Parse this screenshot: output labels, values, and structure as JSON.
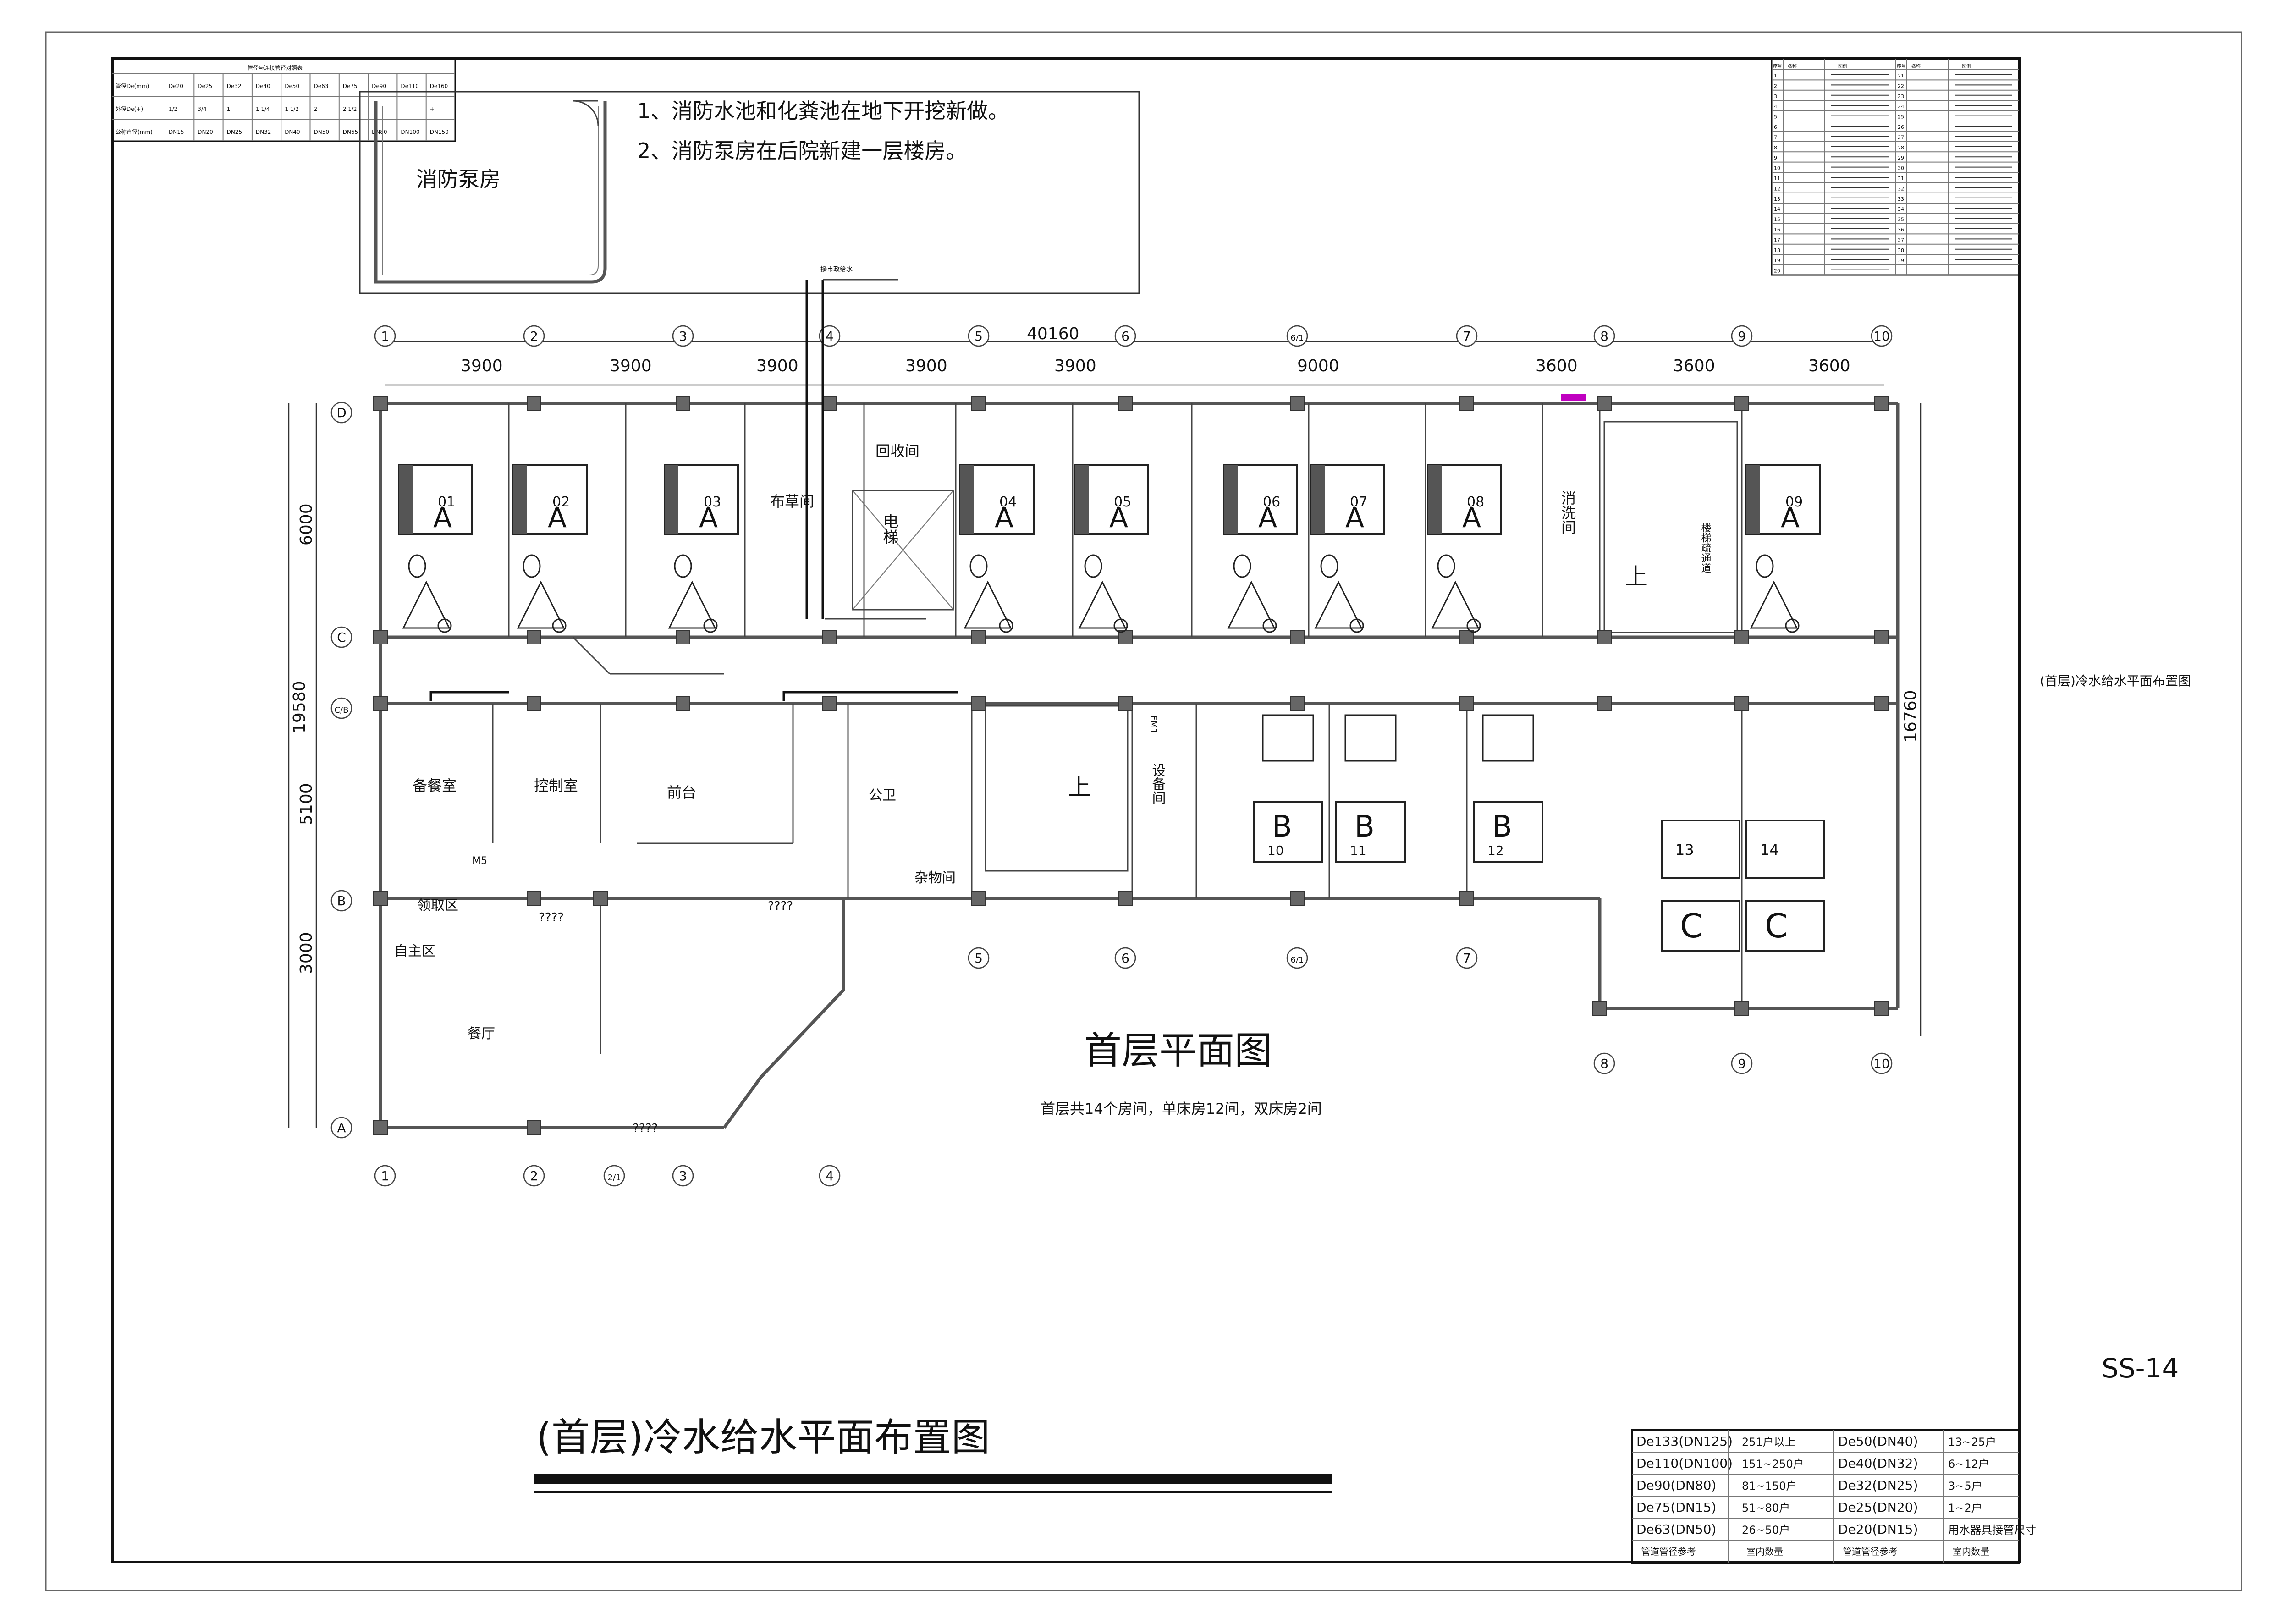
{
  "drawing": {
    "sheet_number": "SS-14",
    "side_title": "(首层)冷水给水平面布置图",
    "main_caption": "(首层)冷水给水平面布置图",
    "plan_title": "首层平面图",
    "plan_subtitle": "首层共14个房间，单床房12间，双床房2间"
  },
  "notes": [
    "1、消防水池和化粪池在地下开挖新做。",
    "2、消防泵房在后院新建一层楼房。"
  ],
  "pump_room_label": "消防泵房",
  "dimensions": {
    "total_width": "40160",
    "top_spans": [
      "3900",
      "3900",
      "3900",
      "3900",
      "3900",
      "9000",
      "3600",
      "3600",
      "3600"
    ],
    "left_total": "19580",
    "left_spans": [
      "6000",
      "5100",
      "3000"
    ],
    "right_total": "16760"
  },
  "axes": {
    "top": [
      "1",
      "2",
      "3",
      "4",
      "5",
      "6",
      "6/1",
      "7",
      "8",
      "9",
      "10"
    ],
    "bottom_left": [
      "1",
      "2",
      "2/1",
      "3",
      "4"
    ],
    "bottom_mid": [
      "5",
      "6",
      "6/1",
      "7"
    ],
    "bottom_right": [
      "8",
      "9",
      "10"
    ],
    "left": [
      "D",
      "C",
      "C/B",
      "B",
      "A"
    ]
  },
  "rooms": {
    "guest_rooms": [
      "01",
      "02",
      "03",
      "04",
      "05",
      "06",
      "07",
      "08",
      "09",
      "10",
      "11",
      "12",
      "13",
      "14"
    ],
    "type_a": "A",
    "type_b": "B",
    "type_c": "C",
    "linen": "布草间",
    "recycle": "回收间",
    "elevator": "电梯",
    "washroom": "消洗间",
    "stair_up": "上",
    "escape": "楼梯疏通道",
    "prep_room": "备餐室",
    "control_room": "控制室",
    "reception": "前台",
    "public_wc": "公卫",
    "storage": "杂物间",
    "equipment": "设备间",
    "pickup": "领取区",
    "self_service": "自主区",
    "dining": "餐厅",
    "door_m5": "M5",
    "door_fm": "FM1",
    "unknown": "????"
  },
  "pipe_table": {
    "title": "管径与连接管径对照表",
    "rows": [
      {
        "label": "管径De(mm)",
        "values": [
          "De20",
          "De25",
          "De32",
          "De40",
          "De50",
          "De63",
          "De75",
          "De90",
          "De110",
          "De160"
        ]
      },
      {
        "label": "外径De(+)",
        "values": [
          "1/2",
          "3/4",
          "1",
          "1 1/4",
          "1 1/2",
          "2",
          "2 1/2",
          "",
          "",
          "+"
        ]
      },
      {
        "label": "公称直径(mm)",
        "values": [
          "DN15",
          "DN20",
          "DN25",
          "DN32",
          "DN40",
          "DN50",
          "DN65",
          "DN80",
          "DN100",
          "DN150"
        ]
      }
    ]
  },
  "legend": {
    "headers": [
      "序号",
      "名称",
      "图例",
      "序号",
      "名称",
      "图例"
    ],
    "left_numbers": [
      "1",
      "2",
      "3",
      "4",
      "5",
      "6",
      "7",
      "8",
      "9",
      "10",
      "11",
      "12",
      "13",
      "14",
      "15",
      "16",
      "17",
      "18",
      "19",
      "20"
    ],
    "right_numbers": [
      "21",
      "22",
      "23",
      "24",
      "25",
      "26",
      "27",
      "28",
      "29",
      "30",
      "31",
      "32",
      "33",
      "34",
      "35",
      "36",
      "37",
      "38",
      "39"
    ]
  },
  "flow_table": {
    "rows": [
      [
        "De133(DN125)",
        "251户以上",
        "De50(DN40)",
        "13~25户"
      ],
      [
        "De110(DN100)",
        "151~250户",
        "De40(DN32)",
        "6~12户"
      ],
      [
        "De90(DN80)",
        "81~150户",
        "De32(DN25)",
        "3~5户"
      ],
      [
        "De75(DN15)",
        "51~80户",
        "De25(DN20)",
        "1~2户"
      ],
      [
        "De63(DN50)",
        "26~50户",
        "De20(DN15)",
        "用水器具接管尺寸"
      ]
    ],
    "footer": [
      "管道管径参考",
      "室内数量",
      "管道管径参考",
      "室内数量"
    ]
  },
  "pipe_label": "接市政给水",
  "colors": {
    "magenta": "#c000c0",
    "line": "#444444",
    "column": "#666666"
  }
}
